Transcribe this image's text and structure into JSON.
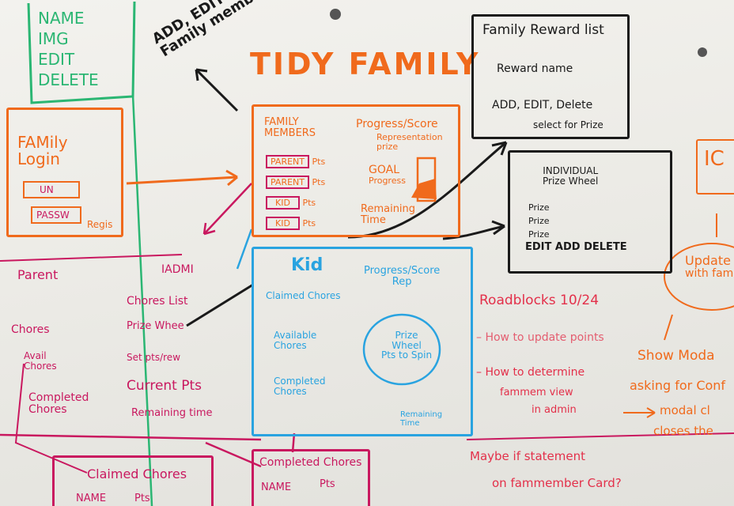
{
  "colors": {
    "green": "#2bb673",
    "orange": "#f06a1c",
    "black": "#1a1a1a",
    "blue": "#29a3e0",
    "magenta": "#c9185f",
    "red": "#e3304a"
  },
  "green_box": {
    "lines": [
      "NAME",
      "IMG",
      "EDIT",
      "DELETE"
    ]
  },
  "add_edit_note": {
    "line1": "ADD, EDIT",
    "line2": "Family members"
  },
  "title": "TIDY FAMILY",
  "login": {
    "title1": "FAMily",
    "title2": "Login",
    "field1": "UN",
    "field2": "PASSW",
    "register": "Regis"
  },
  "family_members": {
    "title1": "FAMILY",
    "title2": "MEMBERS",
    "rows": [
      {
        "label": "PARENT",
        "pts": "Pts"
      },
      {
        "label": "PARENT",
        "pts": "Pts"
      },
      {
        "label": "KID",
        "pts": "Pts"
      },
      {
        "label": "KID",
        "pts": "Pts"
      }
    ],
    "progress": "Progress/Score",
    "rep": "Representation",
    "prize": "prize",
    "goal": "GOAL",
    "goal2": "Progress",
    "remaining": "Remaining",
    "remaining2": "Time"
  },
  "reward_list": {
    "title": "Family Reward list",
    "item": "Reward name",
    "actions": "ADD, EDIT, Delete",
    "select": "select for Prize"
  },
  "prize_wheel": {
    "title1": "INDIVIDUAL",
    "title2": "Prize Wheel",
    "items": [
      "Prize",
      "Prize",
      "Prize"
    ],
    "actions": "EDIT ADD DELETE"
  },
  "kid": {
    "title": "Kid",
    "progress": "Progress/Score",
    "rep": "Rep",
    "claimed": "Claimed Chores",
    "available1": "Available",
    "available2": "Chores",
    "completed1": "Completed",
    "completed2": "Chores",
    "wheel1": "Prize",
    "wheel2": "Wheel",
    "wheel3": "Pts to Spin",
    "remaining1": "Remaining",
    "remaining2": "Time"
  },
  "parent": {
    "title": "Parent",
    "admin": "IADMI",
    "chores": "Chores",
    "avail1": "Avail",
    "avail2": "Chores",
    "completed1": "Completed",
    "completed2": "Chores",
    "chores_list": "Chores List",
    "prize_wheel": "Prize Whee",
    "set_pts": "Set pts/rew",
    "current_pts": "Current Pts",
    "remaining": "Remaining time"
  },
  "roadblocks": {
    "title": "Roadblocks 10/24",
    "item1": "How to update points",
    "item2a": "How to determine",
    "item2b": "fammem view",
    "item2c": "in admin",
    "maybe1": "Maybe if statement",
    "maybe2": "on fammember Card?"
  },
  "right_flow": {
    "top": "IC",
    "update1": "Update",
    "update2": "with fam",
    "show": "Show Moda",
    "asking": "asking for Conf",
    "modal": "modal cl",
    "closes": "closes the"
  },
  "claimed_box": {
    "title": "Claimed Chores",
    "name": "NAME",
    "pts": "Pts"
  },
  "completed_box": {
    "title": "Completed Chores",
    "name": "NAME",
    "pts": "Pts"
  }
}
